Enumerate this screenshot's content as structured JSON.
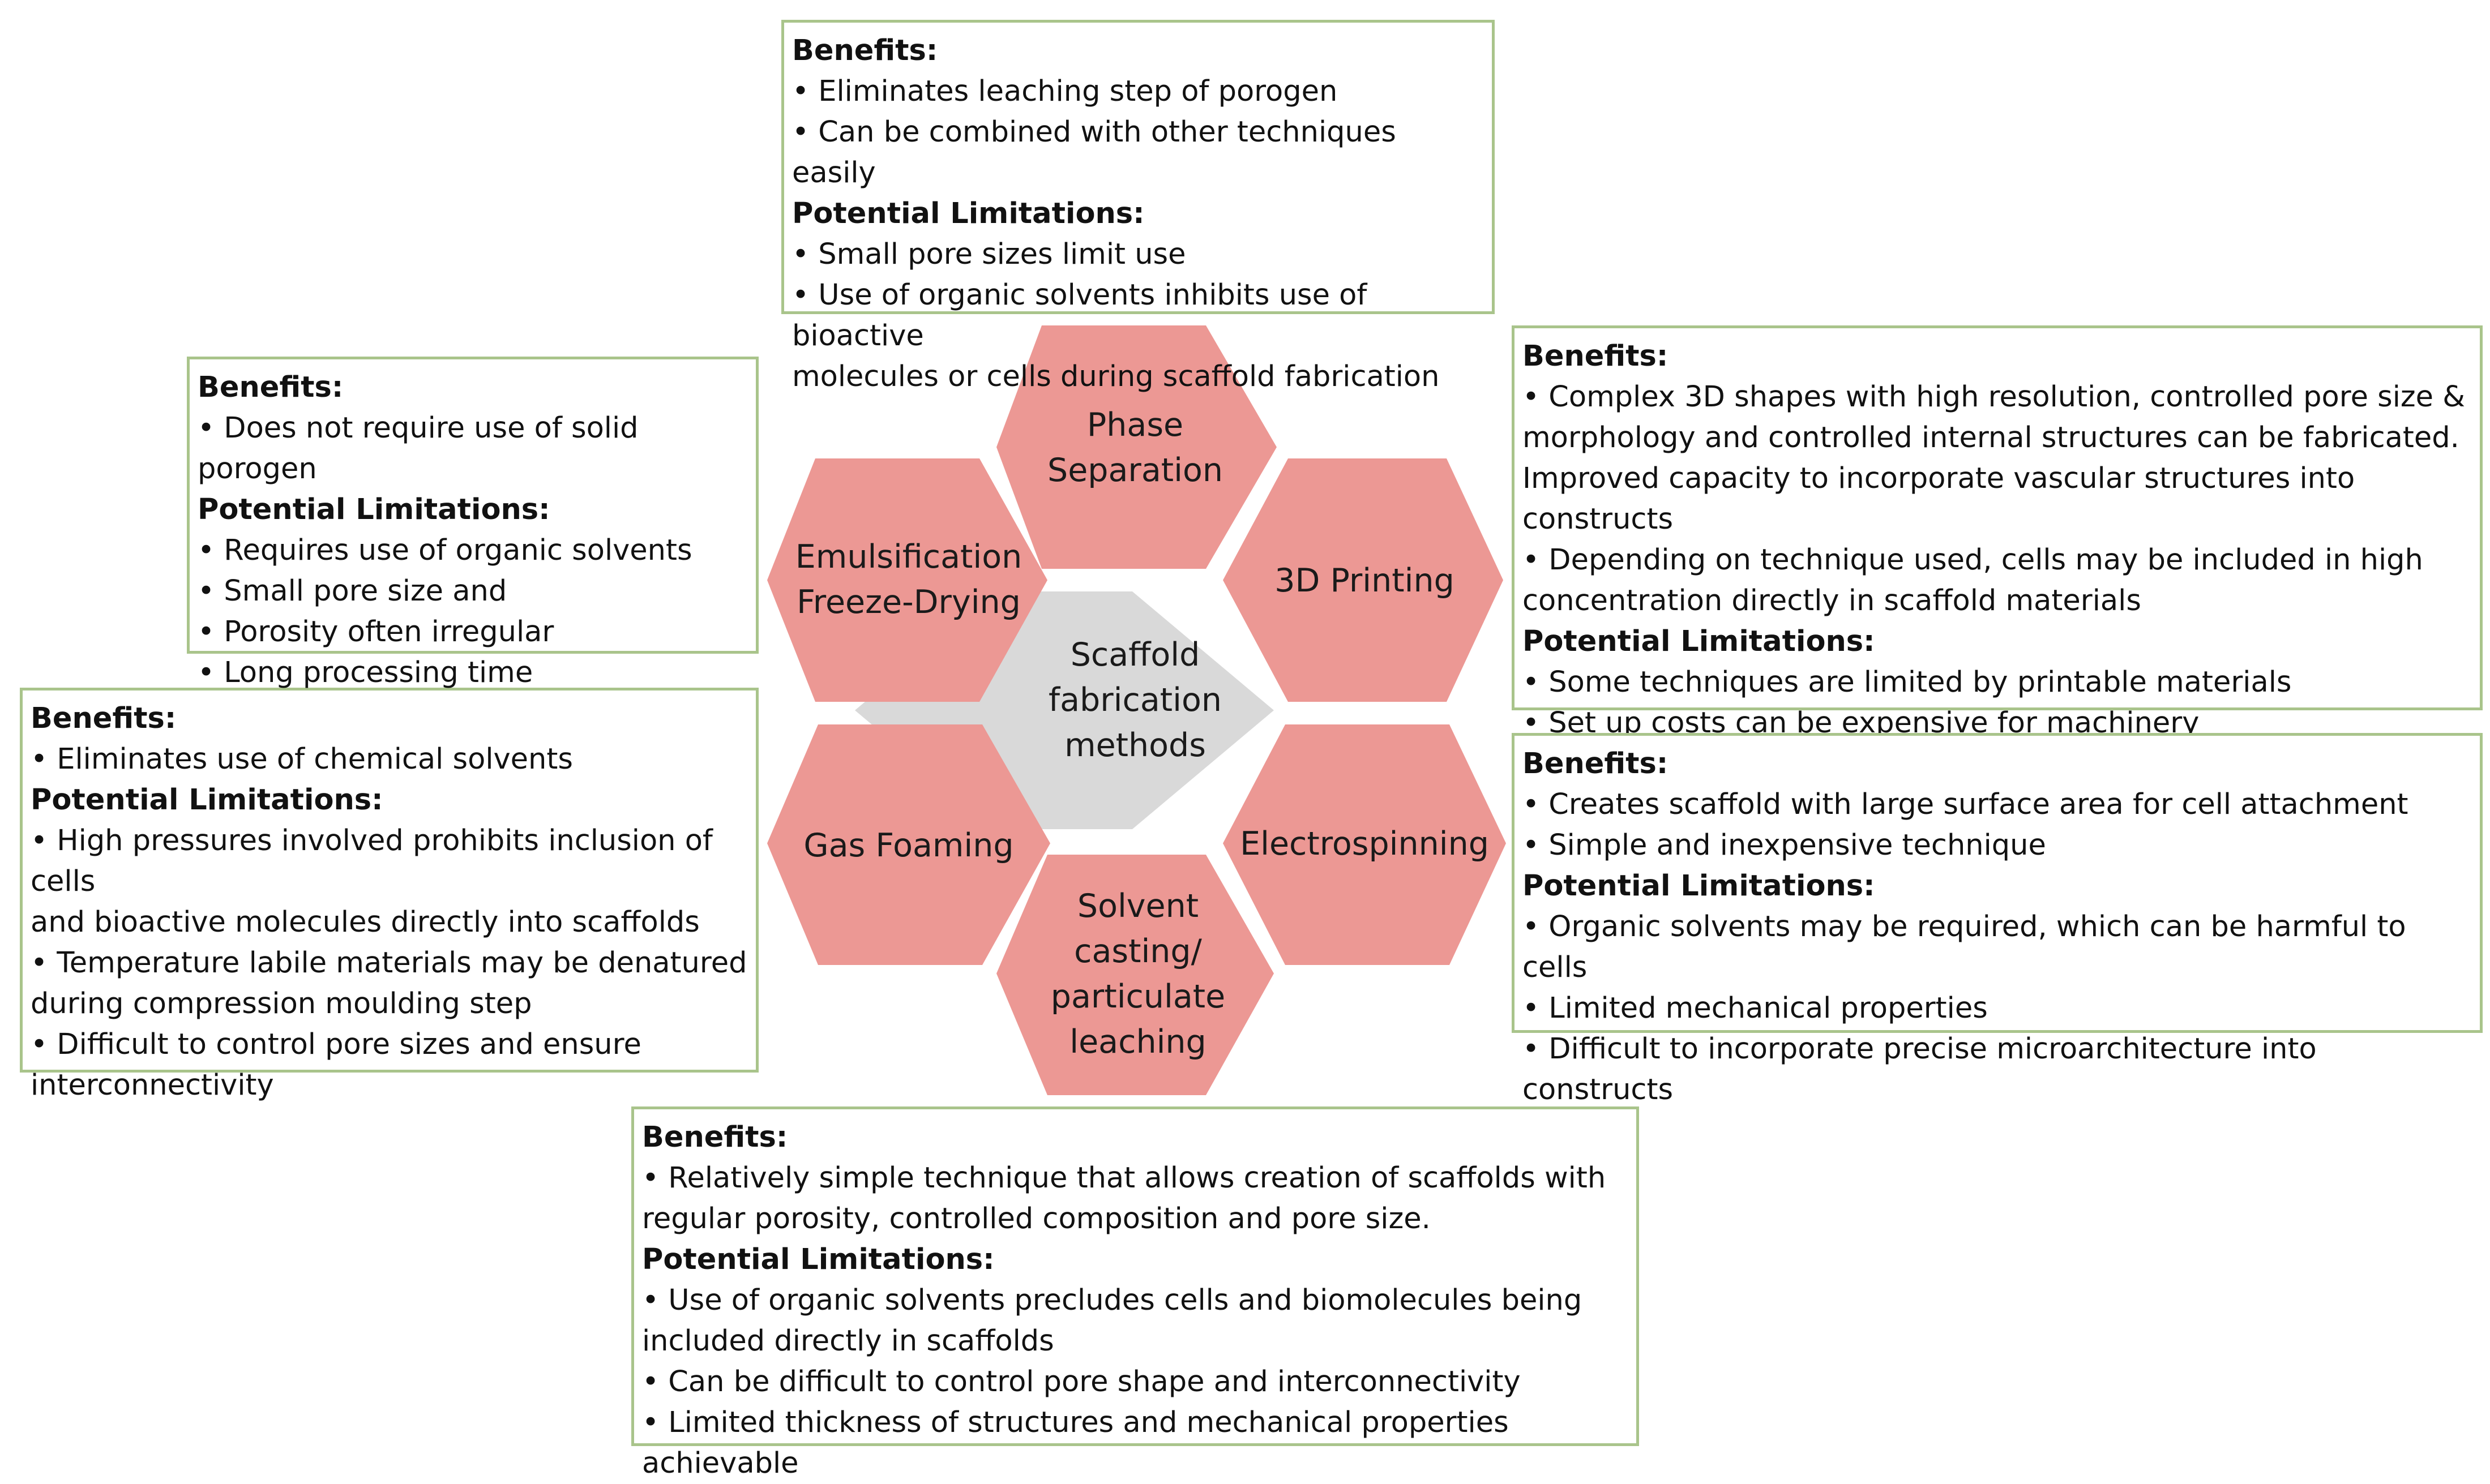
{
  "colors": {
    "hexagon_fill": "#ec9894",
    "center_fill": "#d9d9d9",
    "box_border": "#a9c48b"
  },
  "center": {
    "lines": [
      "Scaffold",
      "fabrication",
      "methods"
    ]
  },
  "methods": [
    {
      "id": "phase-separation",
      "label_lines": [
        "Phase",
        "Separation"
      ],
      "box": {
        "benefits_heading": "Benefits:",
        "benefits": [
          "• Eliminates leaching step of porogen",
          "• Can be combined with other techniques easily"
        ],
        "limitations_heading": "Potential Limitations:",
        "limitations": [
          "• Small pore sizes limit use",
          "• Use of organic solvents inhibits use of bioactive",
          "molecules or cells during scaffold fabrication"
        ]
      }
    },
    {
      "id": "3d-printing",
      "label_lines": [
        "3D Printing"
      ],
      "box": {
        "benefits_heading": "Benefits:",
        "benefits": [
          "• Complex 3D shapes with high resolution, controlled pore size &",
          "morphology and controlled internal structures can be fabricated.",
          "Improved capacity to incorporate vascular structures into constructs",
          "• Depending on technique used, cells may be included in high",
          "concentration directly in scaffold materials"
        ],
        "limitations_heading": "Potential Limitations:",
        "limitations": [
          "• Some techniques are limited by printable materials",
          "• Set up costs can be expensive for machinery"
        ]
      }
    },
    {
      "id": "electrospinning",
      "label_lines": [
        "Electrospinning"
      ],
      "box": {
        "benefits_heading": "Benefits:",
        "benefits": [
          "• Creates scaffold with large surface area for cell attachment",
          "• Simple and inexpensive technique"
        ],
        "limitations_heading": "Potential Limitations:",
        "limitations": [
          "• Organic solvents may be required, which can be harmful to cells",
          "• Limited mechanical properties",
          "• Difficult to incorporate precise microarchitecture into constructs"
        ]
      }
    },
    {
      "id": "solvent-casting",
      "label_lines": [
        "Solvent",
        "casting/",
        "particulate",
        "leaching"
      ],
      "box": {
        "benefits_heading": "Benefits:",
        "benefits": [
          "• Relatively simple technique that allows creation of scaffolds with",
          "regular porosity, controlled composition and pore size."
        ],
        "limitations_heading": "Potential Limitations:",
        "limitations": [
          "• Use of organic solvents precludes cells and biomolecules being",
          "included directly in scaffolds",
          "• Can be difficult to control pore shape and interconnectivity",
          "• Limited thickness of structures and mechanical properties achievable"
        ]
      }
    },
    {
      "id": "gas-foaming",
      "label_lines": [
        "Gas Foaming"
      ],
      "box": {
        "benefits_heading": "Benefits:",
        "benefits": [
          "• Eliminates use of chemical solvents"
        ],
        "limitations_heading": "Potential Limitations:",
        "limitations": [
          "• High pressures involved prohibits inclusion of cells",
          "and bioactive molecules directly into scaffolds",
          "• Temperature labile materials may be denatured",
          "during compression moulding step",
          "• Difficult to control pore sizes and ensure",
          "interconnectivity"
        ]
      }
    },
    {
      "id": "emulsification",
      "label_lines": [
        "Emulsification",
        "Freeze-Drying"
      ],
      "box": {
        "benefits_heading": "Benefits:",
        "benefits": [
          "• Does not require use of solid porogen"
        ],
        "limitations_heading": "Potential Limitations:",
        "limitations": [
          "• Requires use of organic solvents",
          "• Small pore size and",
          "• Porosity often irregular",
          "• Long processing time"
        ]
      }
    }
  ]
}
